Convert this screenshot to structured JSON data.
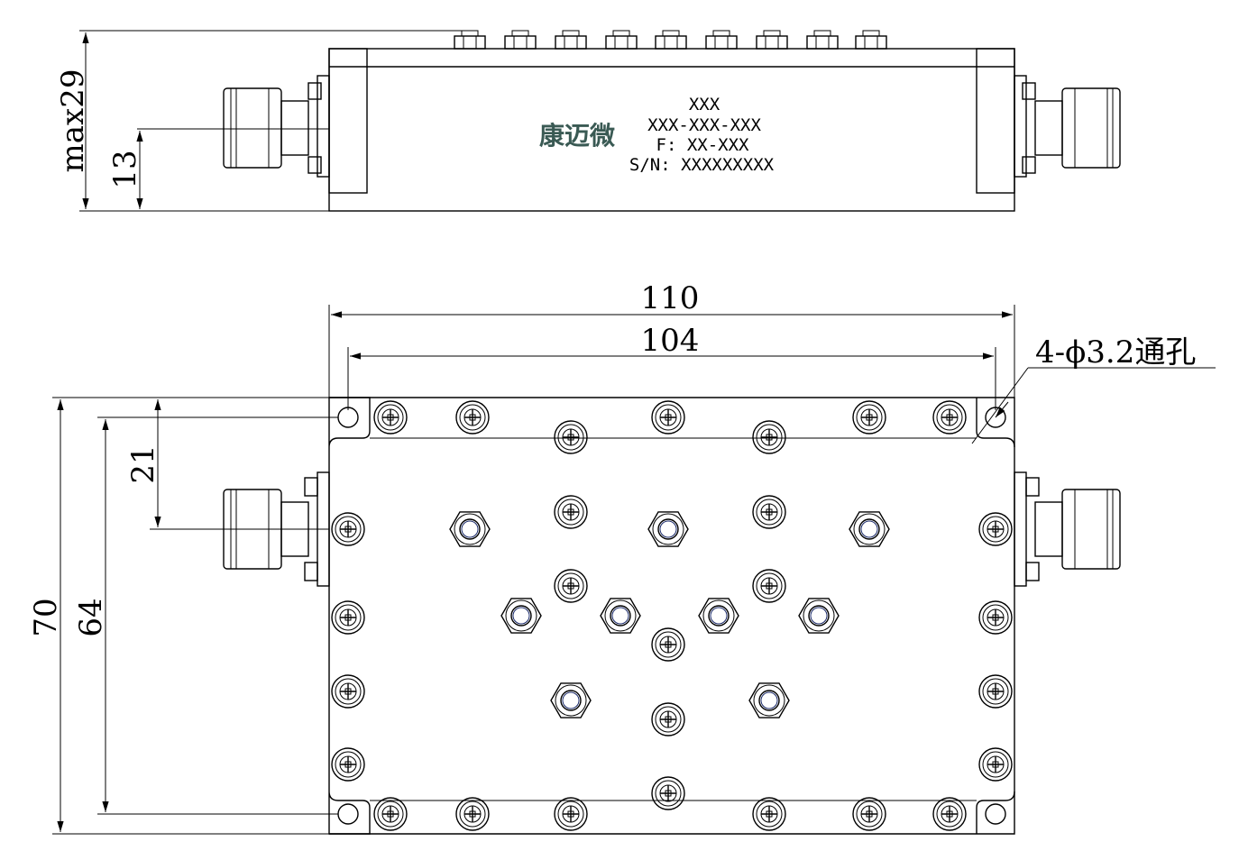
{
  "side_view": {
    "dim_height": "max29",
    "dim_connector_height": "13",
    "logo_text": "康迈微",
    "label_lines": [
      "XXX",
      "XXX-XXX-XXX",
      "F: XX-XXX",
      "S/N: XXXXXXXXX"
    ]
  },
  "top_view": {
    "dim_length": "110",
    "dim_hole_spacing_x": "104",
    "dim_width": "70",
    "dim_hole_spacing_y": "64",
    "dim_connector_offset": "21",
    "hole_callout": "4-ϕ3.2通孔"
  },
  "colors": {
    "line": "#000000",
    "logo": "#3a5a54"
  }
}
